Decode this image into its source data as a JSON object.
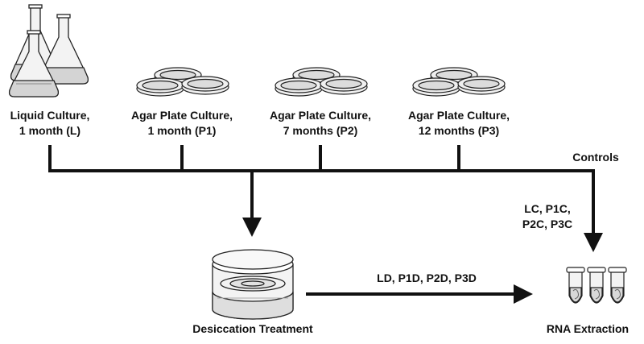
{
  "sources": [
    {
      "line1": "Liquid Culture,",
      "line2": "1 month (L)",
      "icon": "erlenmeyer-flasks-icon"
    },
    {
      "line1": "Agar Plate Culture,",
      "line2": "1 month (P1)",
      "icon": "petri-dishes-icon"
    },
    {
      "line1": "Agar Plate Culture,",
      "line2": "7 months (P2)",
      "icon": "petri-dishes-icon"
    },
    {
      "line1": "Agar Plate Culture,",
      "line2": "12 months (P3)",
      "icon": "petri-dishes-icon"
    }
  ],
  "controls_label": "Controls",
  "controls_samples": {
    "line1": "LC, P1C,",
    "line2": "P2C, P3C"
  },
  "desiccation_samples": "LD, P1D, P2D, P3D",
  "desiccation_label": "Desiccation Treatment",
  "rna_label": "RNA Extraction",
  "colors": {
    "line": "#111111",
    "text": "#111111",
    "liquid": "#d4d4d4",
    "glass": "#f3f3f3"
  }
}
